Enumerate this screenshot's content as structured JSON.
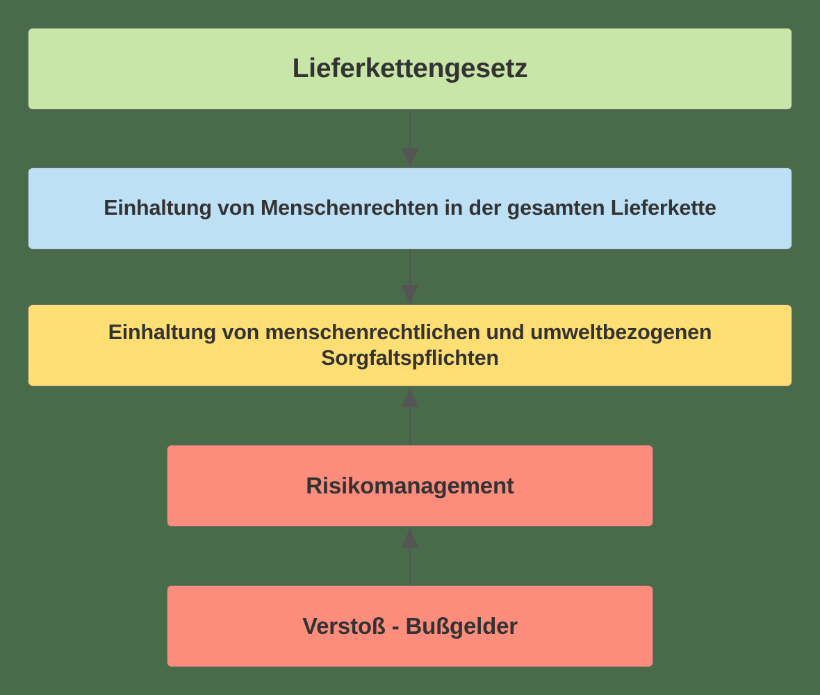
{
  "diagram": {
    "type": "flowchart",
    "direction": "top-to-bottom",
    "background_color": "#4a6b4a",
    "text_color": "#333333",
    "border_color": "#6d6d6d",
    "edge_color": "#555555",
    "nodes": [
      {
        "id": "node-0",
        "label": "Lieferkettengesetz",
        "color": "#c8e6a8",
        "lines": [
          "Lieferkettengesetz"
        ]
      },
      {
        "id": "node-1",
        "label": "Einhaltung von Menschenrechten in der gesamten Lieferkette",
        "color": "#bde0f5",
        "lines": [
          "Einhaltung von Menschenrechten in der gesamten Lieferkette"
        ]
      },
      {
        "id": "node-2",
        "label": "Einhaltung von menschenrechtlichen und umweltbezogenen Sorgfaltspflichten",
        "color": "#ffde73",
        "lines": [
          "Einhaltung von menschenrechtlichen und umweltbezogenen",
          "Sorgfaltspflichten"
        ]
      },
      {
        "id": "node-3",
        "label": "Risikomanagement",
        "color": "#fc8d7d",
        "lines": [
          "Risikomanagement"
        ]
      },
      {
        "id": "node-4",
        "label": "Verstoß - Bußgelder",
        "color": "#fc8d7d",
        "lines": [
          "Verstoß - Bußgelder"
        ]
      }
    ],
    "edges": [
      {
        "id": "edge-0",
        "from": "node-0",
        "to": "node-1",
        "arrow": "down"
      },
      {
        "id": "edge-1",
        "from": "node-1",
        "to": "node-2",
        "arrow": "down"
      },
      {
        "id": "edge-2",
        "from": "node-2",
        "to": "node-3",
        "arrow": "up"
      },
      {
        "id": "edge-3",
        "from": "node-3",
        "to": "node-4",
        "arrow": "up"
      }
    ]
  }
}
